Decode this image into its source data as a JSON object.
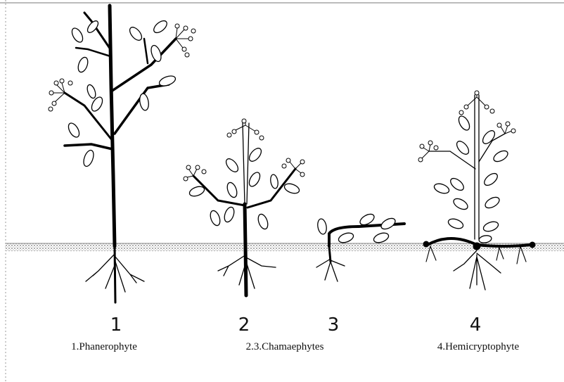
{
  "diagram": {
    "numbers": [
      "1",
      "2",
      "3",
      "4"
    ],
    "captions": [
      "1.Phanerophyte",
      "2.3.Chamaephytes",
      "4.Hemicryptophyte"
    ]
  }
}
